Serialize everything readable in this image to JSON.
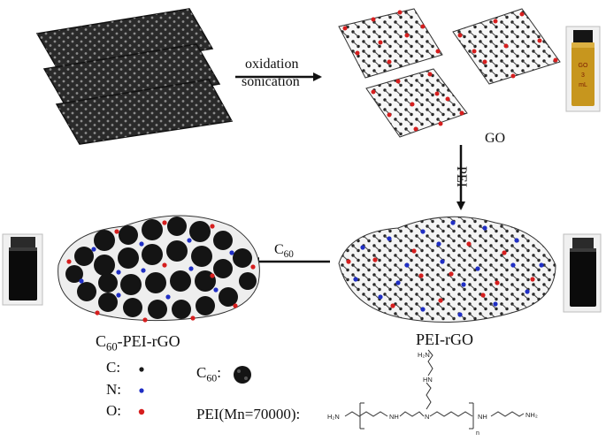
{
  "steps": {
    "step1_line1": "oxidation",
    "step1_line2": "sonication",
    "step2": "PEI",
    "step3_base": "C",
    "step3_sub": "60"
  },
  "products": {
    "go": "GO",
    "pei_rgo": "PEI-rGO",
    "c60_pei_rgo_base": "C",
    "c60_pei_rgo_sub": "60",
    "c60_pei_rgo_rest": "-PEI-rGO"
  },
  "legend": {
    "c_label": "C:",
    "n_label": "N:",
    "o_label": "O:",
    "c60_base": "C",
    "c60_sub": "60",
    "c60_colon": ":",
    "pei_label": "PEI(Mn=70000):"
  },
  "pei_structure": {
    "nh2_top": "H₂N",
    "nh_1": "HN",
    "nh_2": "NH",
    "n_center": "N",
    "nh_3": "NH",
    "n_repeat": "n",
    "h2n_left": "H₂N",
    "nh2_right": "NH₂"
  },
  "colors": {
    "carbon": "#1a1a1a",
    "nitrogen": "#1f2ec4",
    "oxygen": "#d61e1e",
    "hydrogen": "#e6e6e6",
    "go_vial_liquid": "#c7961e",
    "dark_vial_liquid": "#0b0b0b"
  },
  "vial_labels": [
    "GO",
    "3",
    "mL"
  ]
}
